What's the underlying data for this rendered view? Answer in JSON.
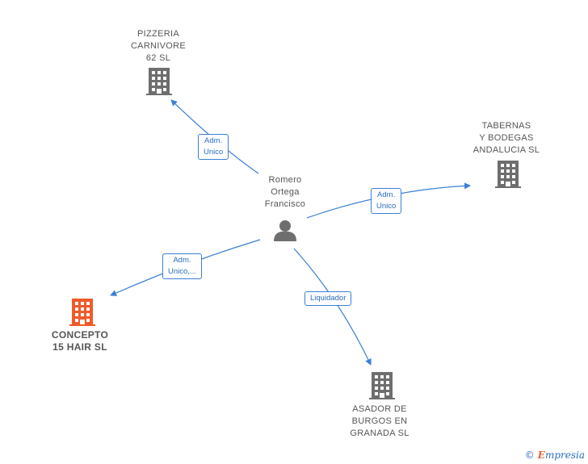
{
  "center": {
    "name": "Romero\nOrtega\nFrancisco",
    "icon": "person-icon"
  },
  "companies": [
    {
      "id": "pizzeria",
      "name": "PIZZERIA\nCARNIVORE\n62  SL",
      "color": "#6e6e6e",
      "icon": "building-icon"
    },
    {
      "id": "tabernas",
      "name": "TABERNAS\nY BODEGAS\nANDALUCIA  SL",
      "color": "#6e6e6e",
      "icon": "building-icon"
    },
    {
      "id": "concepto",
      "name": "CONCEPTO\n15 HAIR  SL",
      "color": "#f05a28",
      "icon": "building-icon"
    },
    {
      "id": "asador",
      "name": "ASADOR DE\nBURGOS EN\nGRANADA SL",
      "color": "#6e6e6e",
      "icon": "building-icon"
    }
  ],
  "edges": [
    {
      "to": "pizzeria",
      "label": "Adm.\nUnico"
    },
    {
      "to": "tabernas",
      "label": "Adm.\nUnico"
    },
    {
      "to": "concepto",
      "label": "Adm.\nUnico,..."
    },
    {
      "to": "asador",
      "label": "Liquidador"
    }
  ],
  "colors": {
    "edge": "#3a7fd5",
    "person": "#6e6e6e"
  },
  "footer": {
    "copyright": "©",
    "brand_first": "E",
    "brand_rest": "mpresia"
  }
}
